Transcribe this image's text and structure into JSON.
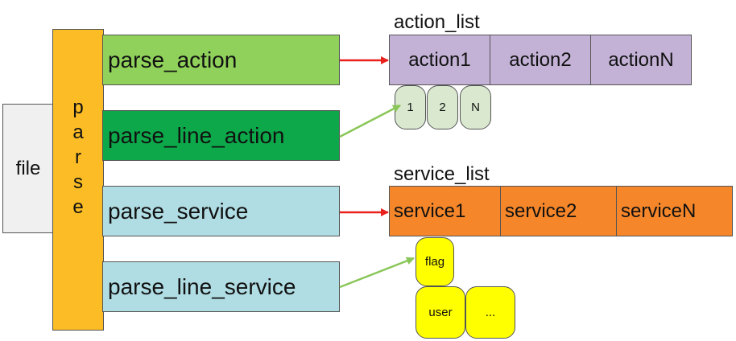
{
  "file_label": "file",
  "parse_letters": [
    "p",
    "a",
    "r",
    "s",
    "e"
  ],
  "functions": {
    "parse_action": "parse_action",
    "parse_line_action": "parse_line_action",
    "parse_service": "parse_service",
    "parse_line_service": "parse_line_service"
  },
  "action_list": {
    "title": "action_list",
    "items": [
      "action1",
      "action2",
      "actionN"
    ],
    "subitems": [
      "1",
      "2",
      "N"
    ]
  },
  "service_list": {
    "title": "service_list",
    "items": [
      "service1",
      "service2",
      "serviceN"
    ],
    "subitems": [
      "flag",
      "user",
      "..."
    ]
  },
  "colors": {
    "parse": "#fbbc25",
    "parse_action": "#8fd15a",
    "parse_line_action": "#0da84a",
    "parse_service": "#b0dde4",
    "action_cells": "#c3b2d6",
    "service_cells": "#f58629",
    "action_subitems": "#d9e8cf",
    "service_subitems": "#ffff00",
    "red_arrow": "#e8211d",
    "green_arrow": "#8ac658"
  }
}
